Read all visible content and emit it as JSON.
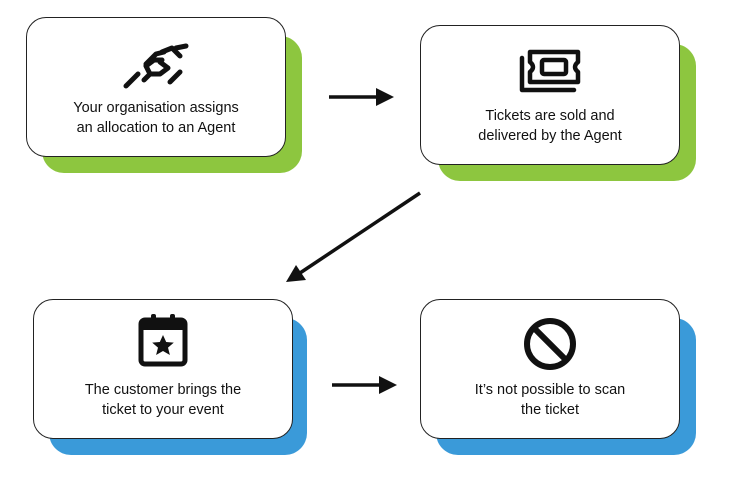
{
  "colors": {
    "green_shadow": "#8dc63f",
    "blue_shadow": "#3a9ad9",
    "border": "#222222",
    "text": "#111111"
  },
  "steps": [
    {
      "label": "Your organisation assigns\nan allocation to an Agent",
      "icon": "handshake-icon",
      "shadow": "green"
    },
    {
      "label": "Tickets are sold and\ndelivered  by the Agent",
      "icon": "ticket-icon",
      "shadow": "green"
    },
    {
      "label": "The customer brings the\nticket to your event",
      "icon": "calendar-star-icon",
      "shadow": "blue"
    },
    {
      "label": "It’s not possible to scan\nthe ticket",
      "icon": "prohibited-icon",
      "shadow": "blue"
    }
  ]
}
